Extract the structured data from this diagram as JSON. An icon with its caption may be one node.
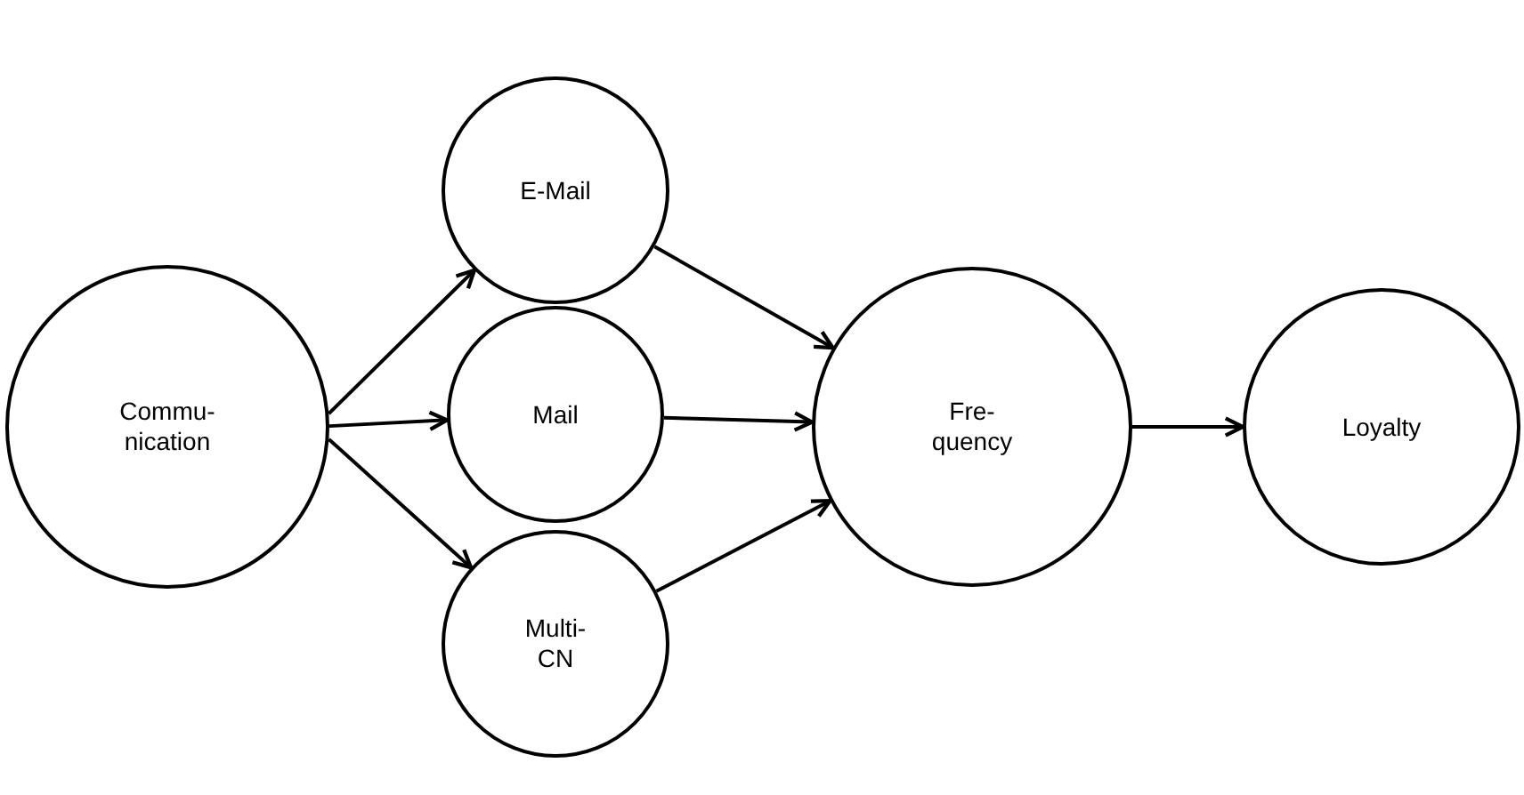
{
  "diagram": {
    "nodes": [
      {
        "text": [
          "Commu- nication"
        ]
      },
      {
        "text": [
          "E-Mail"
        ]
      },
      {
        "text": [
          "Mail"
        ]
      },
      {
        "text": [
          "Multi- CN"
        ]
      },
      {
        "text": [
          "Fre- quency"
        ]
      },
      {
        "text": [
          "Loyalty"
        ]
      }
    ],
    "edges": [
      {
        "from": 0,
        "to": 1,
        "arrow": "to"
      },
      {
        "from": 0,
        "to": 2,
        "arrow": "to"
      },
      {
        "from": 0,
        "to": 3,
        "arrow": "to"
      },
      {
        "from": 1,
        "to": 4,
        "arrow": "to"
      },
      {
        "from": 2,
        "to": 4,
        "arrow": "to"
      },
      {
        "from": 3,
        "to": 4,
        "arrow": "to"
      },
      {
        "from": 4,
        "to": 5,
        "arrow": "to"
      }
    ]
  }
}
